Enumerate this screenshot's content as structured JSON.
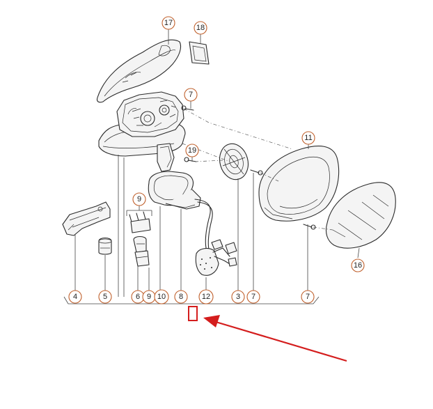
{
  "callouts": {
    "c17": "17",
    "c18": "18",
    "c7a": "7",
    "c19": "19",
    "c11": "11",
    "c9": "9",
    "c16": "16",
    "b4": "4",
    "b5": "5",
    "b6": "6",
    "b9": "9",
    "b10": "10",
    "b8": "8",
    "b12": "12",
    "b3": "3",
    "b7": "7",
    "b7r": "7"
  },
  "colors": {
    "callout_stroke": "#c0602c",
    "arrow": "#d41d1d",
    "line": "#2a2a2a"
  }
}
